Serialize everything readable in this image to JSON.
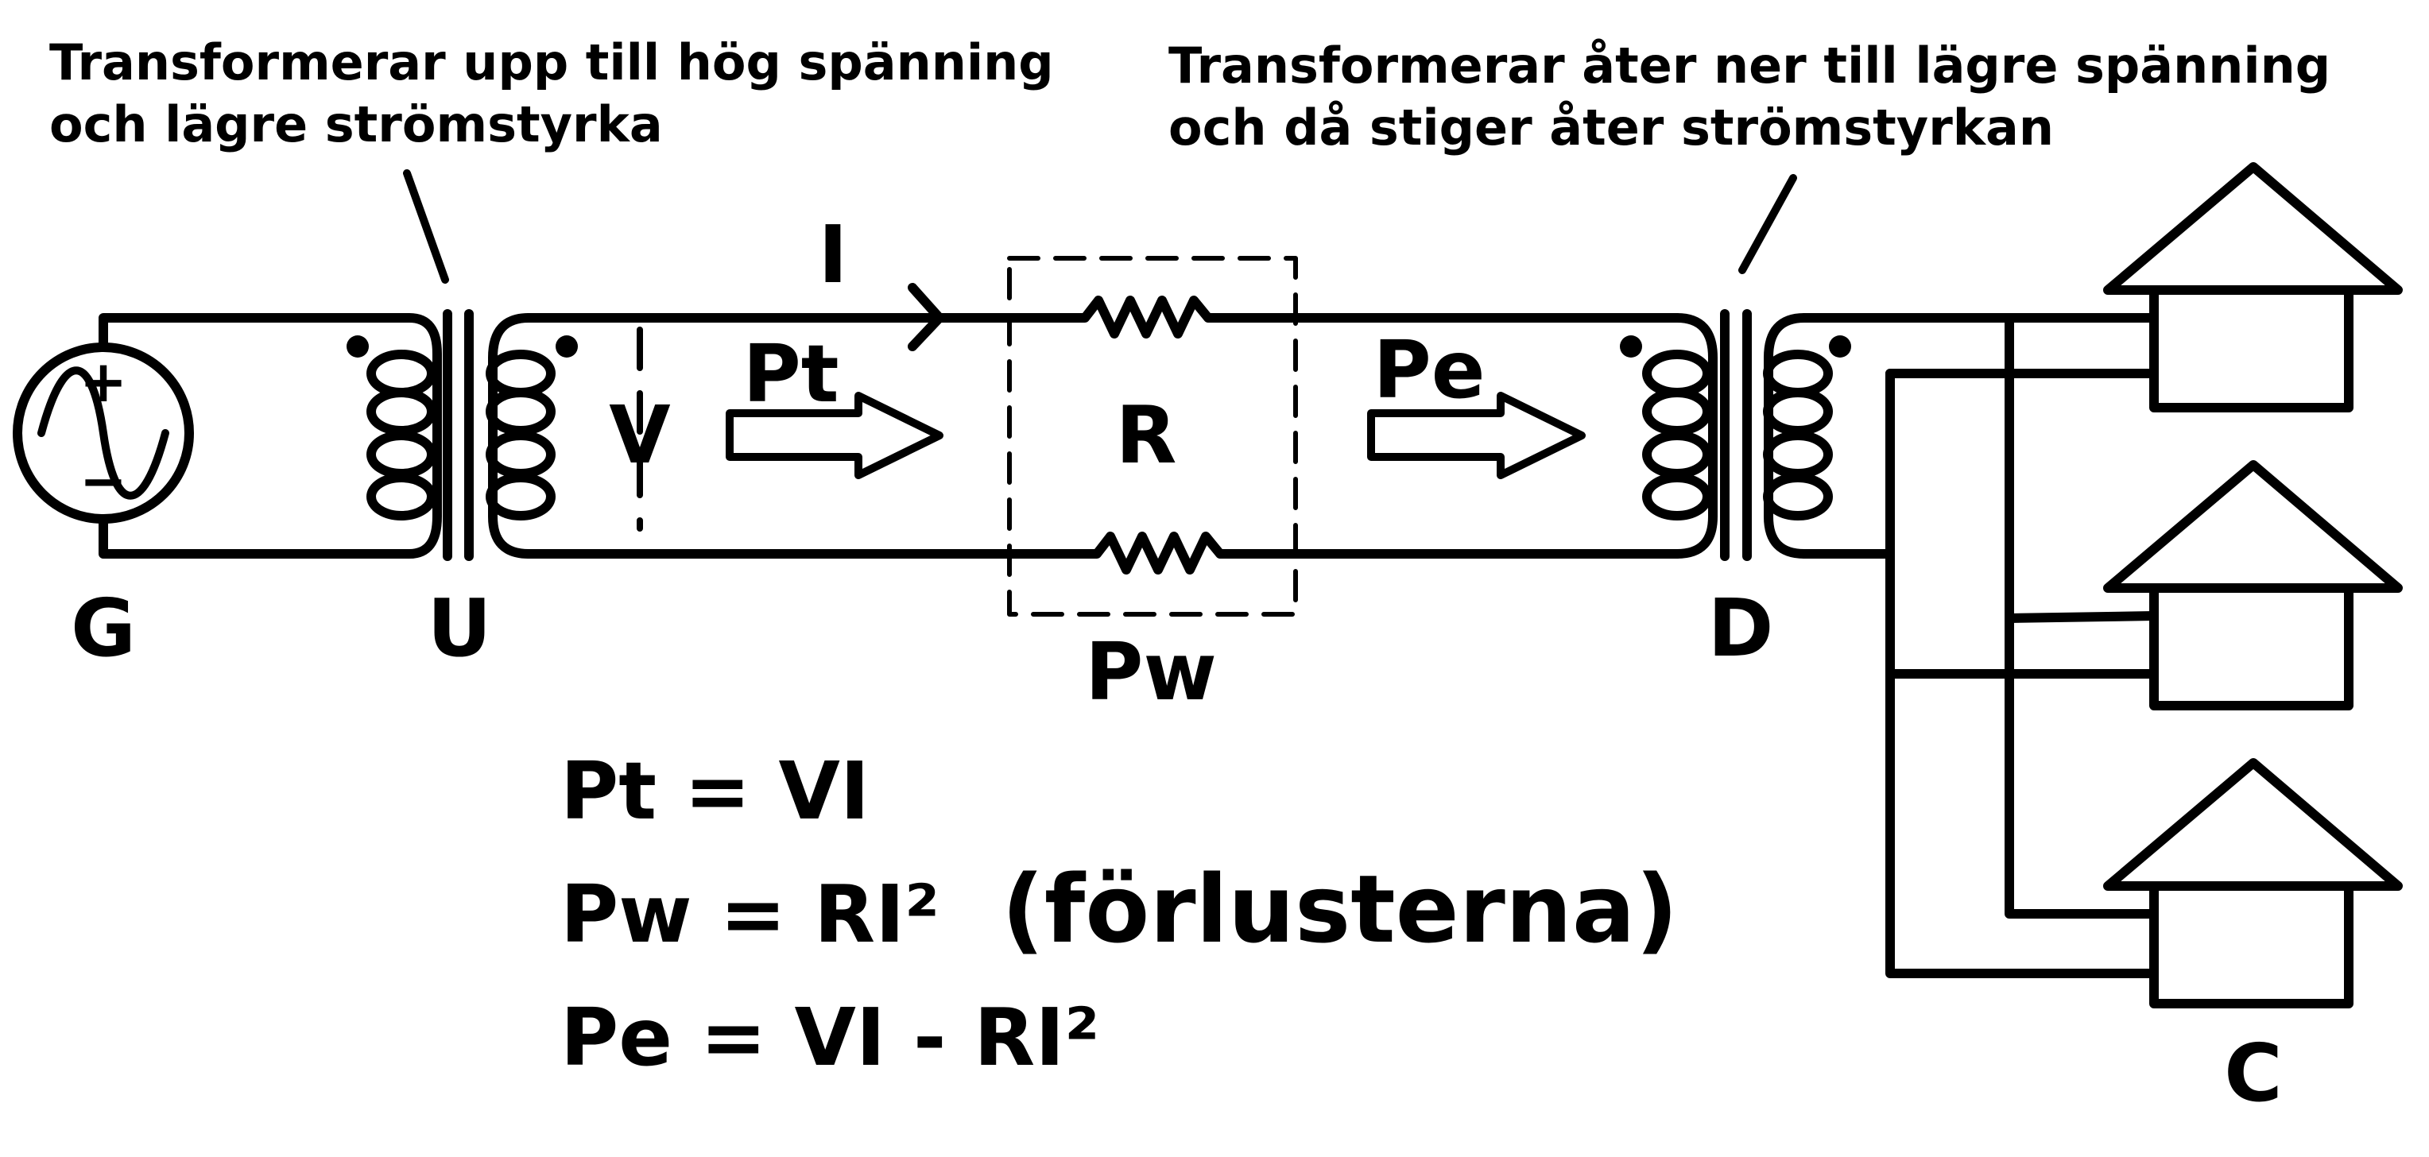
{
  "annotations": {
    "step_up_line1": "Transformerar upp till hög spänning",
    "step_up_line2": "och lägre strömstyrka",
    "step_down_line1": "Transformerar åter ner till lägre spänning",
    "step_down_line2": "och då stiger åter strömstyrkan"
  },
  "labels": {
    "generator": "G",
    "step_up_transformer": "U",
    "step_down_transformer": "D",
    "consumers": "C",
    "current": "I",
    "voltage": "V",
    "transmitted_power": "Pt",
    "resistance": "R",
    "loss_power": "Pw",
    "delivered_power": "Pe",
    "generator_plus": "+",
    "generator_minus": "−"
  },
  "equations": {
    "eq1": "Pt = VI",
    "eq2": "Pw = RI²",
    "eq2_note": "(förlusterna)",
    "eq3": "Pe = VI - RI²"
  }
}
